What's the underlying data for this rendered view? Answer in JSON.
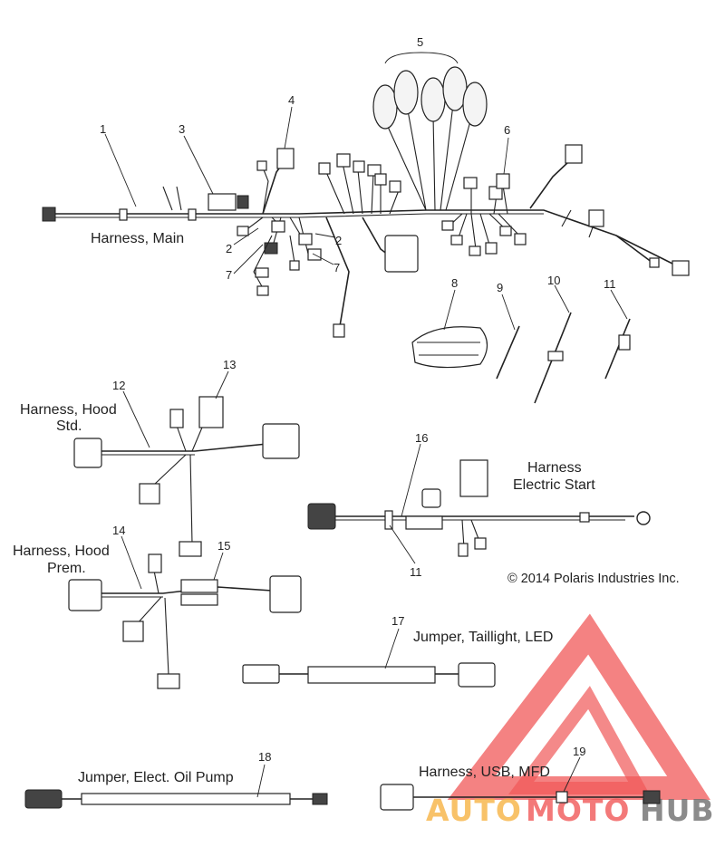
{
  "diagram": {
    "callouts": [
      "1",
      "2",
      "3",
      "4",
      "5",
      "6",
      "7",
      "2",
      "7",
      "8",
      "9",
      "10",
      "11",
      "12",
      "13",
      "14",
      "15",
      "16",
      "11",
      "17",
      "18",
      "19"
    ],
    "titles": {
      "harness_main": "Harness, Main",
      "hood_std_l1": "Harness, Hood",
      "hood_std_l2": "Std.",
      "hood_prem_l1": "Harness, Hood",
      "hood_prem_l2": "Prem.",
      "elec_start_l1": "Harness",
      "elec_start_l2": "Electric Start",
      "jumper_taillight": "Jumper, Taillight, LED",
      "jumper_oil_pump": "Jumper, Elect. Oil Pump",
      "harness_usb": "Harness, USB, MFD"
    },
    "copyright": "© 2014 Polaris Industries Inc."
  },
  "watermark": {
    "text_auto": "AUTO",
    "text_moto": "MOTO",
    "text_hub": "HUB",
    "color_red": "#ee3b3b",
    "color_orange": "#f5a623",
    "color_gray": "#555555"
  }
}
